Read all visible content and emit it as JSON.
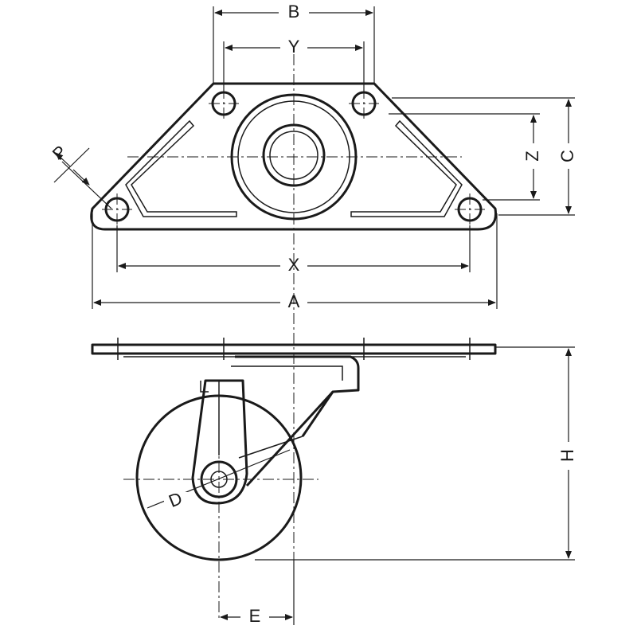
{
  "diagram": {
    "labels": {
      "A": "A",
      "B": "B",
      "C": "C",
      "D": "D",
      "E": "E",
      "H": "H",
      "P": "P",
      "X": "X",
      "Y": "Y",
      "Z": "Z"
    },
    "colors": {
      "line": "#1a1a1a",
      "background": "#ffffff"
    }
  }
}
